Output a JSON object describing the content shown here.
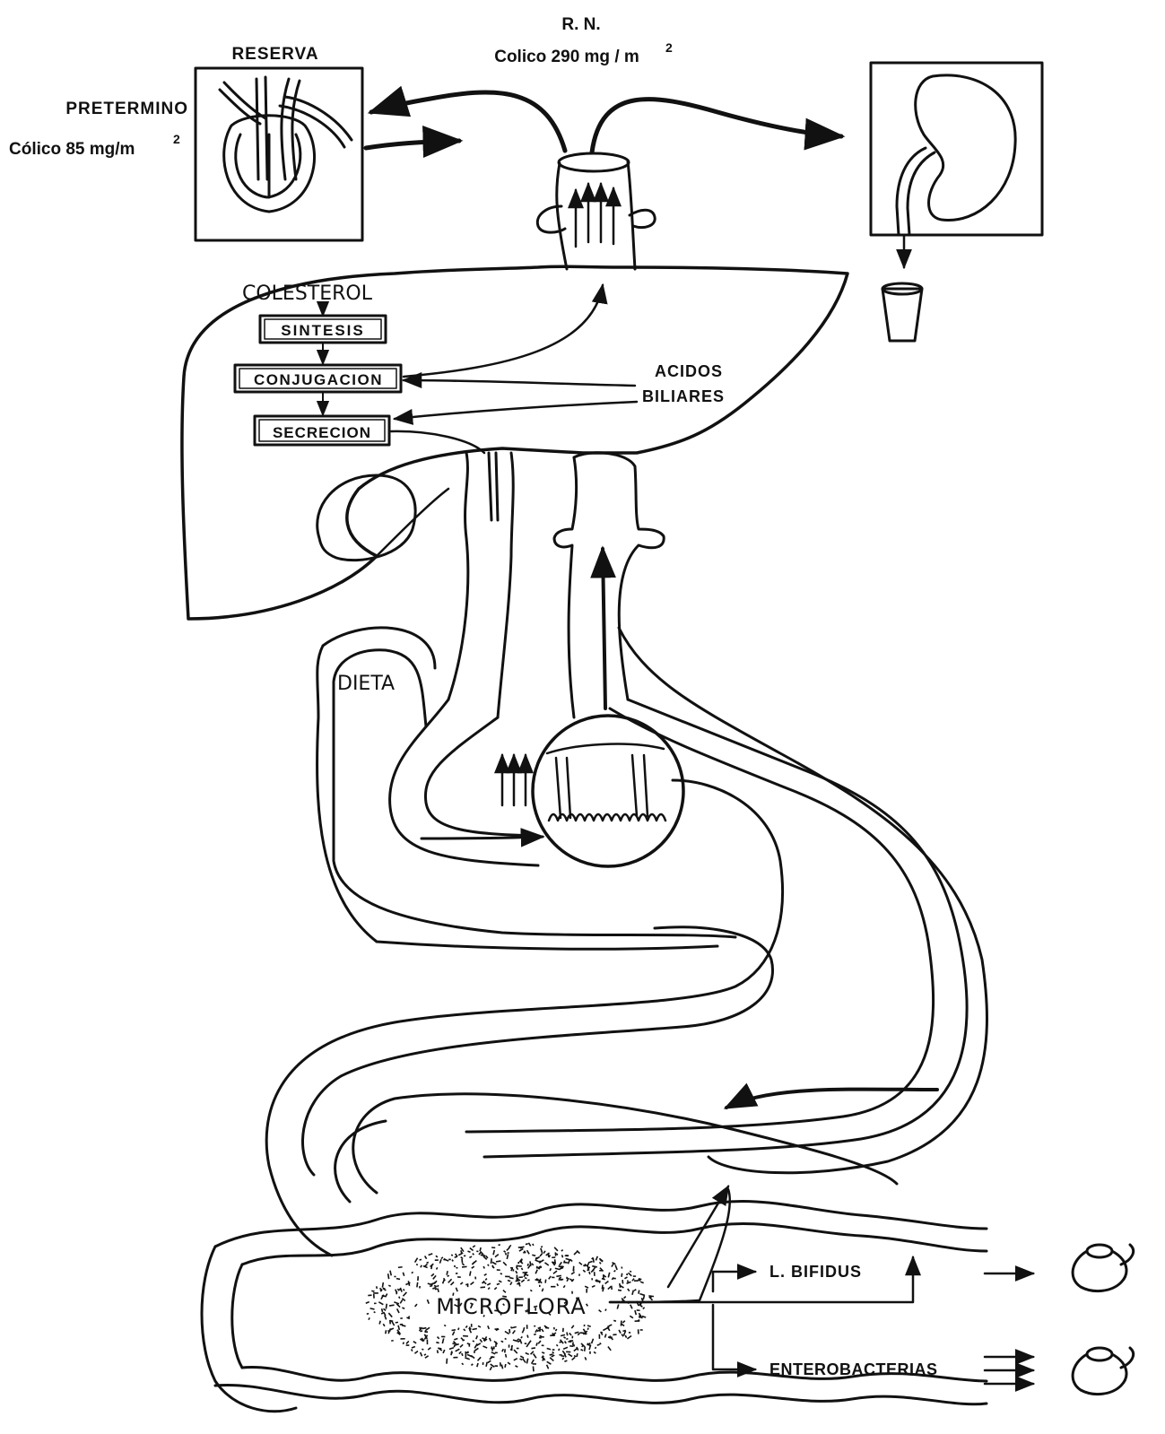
{
  "labels": {
    "rn": "R. N.",
    "rn_colico": "Colico 290 mg / m",
    "rn_colico_sup": "2",
    "reserva": "RESERVA",
    "pretermino": "PRETERMINO",
    "pretermino_colico": "Cólico 85 mg/m",
    "pretermino_colico_sup": "2",
    "colesterol": "COLESTEROL",
    "sintesis": "SINTESIS",
    "conjugacion": "CONJUGACION",
    "secrecion": "SECRECION",
    "acidos": "ACIDOS",
    "biliares": "BILIARES",
    "dieta": "DIETA",
    "microflora": "MICROFLORA",
    "bifidus": "L. BIFIDUS",
    "enterobacterias": "ENTEROBACTERIAS"
  },
  "colors": {
    "ink": "#111111",
    "paper": "#ffffff"
  }
}
